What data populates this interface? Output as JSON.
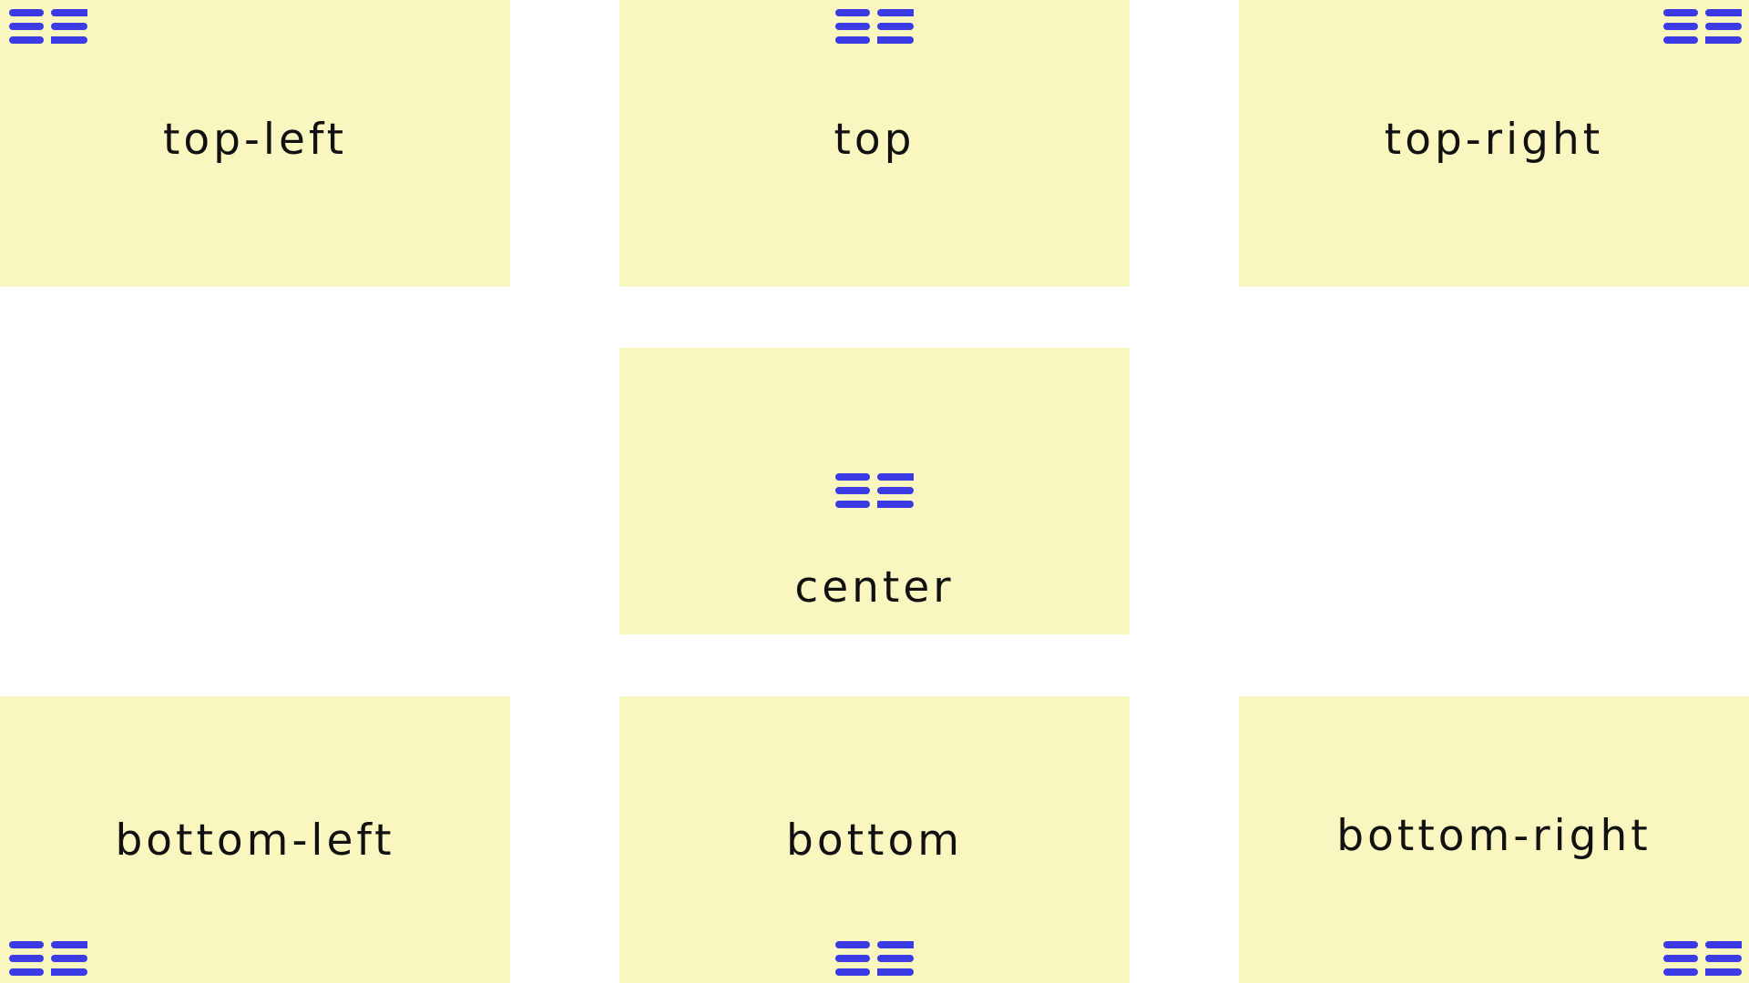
{
  "colors": {
    "box_background": "#f9f7bf",
    "logo_blue": "#3b3be6",
    "text": "#111111",
    "page_background": "#ffffff"
  },
  "logo": {
    "icon": "es-logo-icon"
  },
  "boxes": [
    {
      "id": "top-left",
      "label": "top-left"
    },
    {
      "id": "top",
      "label": "top"
    },
    {
      "id": "top-right",
      "label": "top-right"
    },
    {
      "id": "center",
      "label": "center"
    },
    {
      "id": "bottom-left",
      "label": "bottom-left"
    },
    {
      "id": "bottom",
      "label": "bottom"
    },
    {
      "id": "bottom-right",
      "label": "bottom-right"
    }
  ]
}
